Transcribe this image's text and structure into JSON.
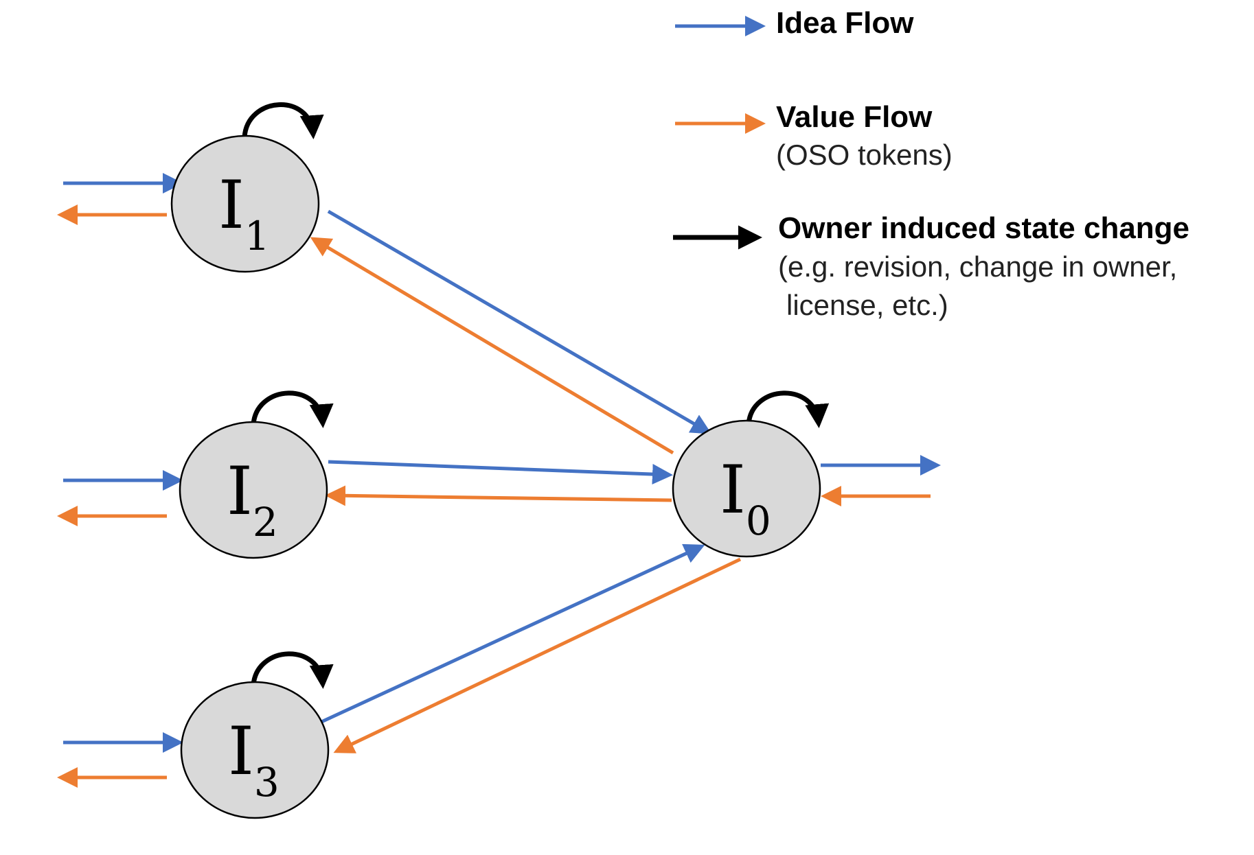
{
  "colors": {
    "idea": "#4472c4",
    "value": "#ed7d31",
    "owner": "#000000",
    "node_fill": "#d9d9d9"
  },
  "nodes": {
    "i1": {
      "main": "I",
      "sub": "1"
    },
    "i2": {
      "main": "I",
      "sub": "2"
    },
    "i3": {
      "main": "I",
      "sub": "3"
    },
    "i0": {
      "main": "I",
      "sub": "0"
    }
  },
  "legend": {
    "idea": {
      "title": "Idea Flow"
    },
    "value": {
      "title": "Value Flow",
      "desc": "(OSO tokens)"
    },
    "owner": {
      "title": "Owner induced state change",
      "desc_line1": "(e.g. revision, change in owner,",
      "desc_line2": "license, etc.)"
    }
  },
  "edges": [
    {
      "from": "input",
      "to": "I1",
      "flow": "idea"
    },
    {
      "from": "I1",
      "to": "output",
      "flow": "value"
    },
    {
      "from": "input",
      "to": "I2",
      "flow": "idea"
    },
    {
      "from": "I2",
      "to": "output",
      "flow": "value"
    },
    {
      "from": "input",
      "to": "I3",
      "flow": "idea"
    },
    {
      "from": "I3",
      "to": "output",
      "flow": "value"
    },
    {
      "from": "I1",
      "to": "I0",
      "flow": "idea"
    },
    {
      "from": "I0",
      "to": "I1",
      "flow": "value"
    },
    {
      "from": "I2",
      "to": "I0",
      "flow": "idea"
    },
    {
      "from": "I0",
      "to": "I2",
      "flow": "value"
    },
    {
      "from": "I3",
      "to": "I0",
      "flow": "idea"
    },
    {
      "from": "I0",
      "to": "I3",
      "flow": "value"
    },
    {
      "from": "I0",
      "to": "output",
      "flow": "idea"
    },
    {
      "from": "input",
      "to": "I0",
      "flow": "value"
    },
    {
      "from": "I1",
      "to": "I1",
      "flow": "owner"
    },
    {
      "from": "I2",
      "to": "I2",
      "flow": "owner"
    },
    {
      "from": "I3",
      "to": "I3",
      "flow": "owner"
    },
    {
      "from": "I0",
      "to": "I0",
      "flow": "owner"
    }
  ]
}
